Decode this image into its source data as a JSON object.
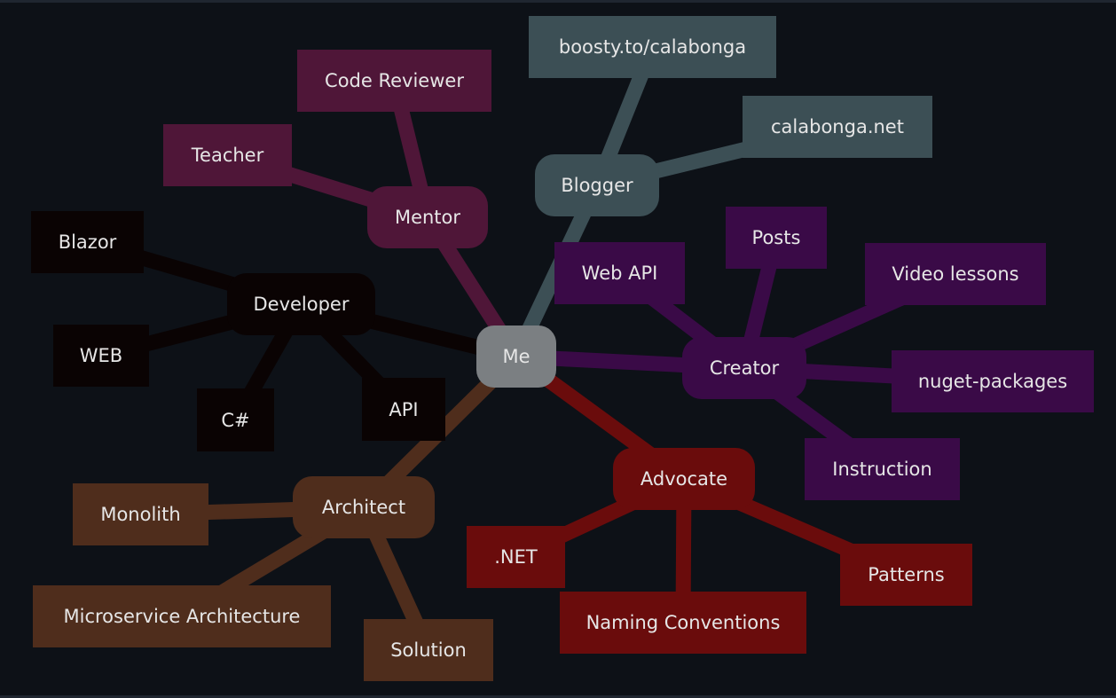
{
  "root": {
    "label": "Me",
    "color": "#7b7f82"
  },
  "branches": [
    {
      "id": "mentor",
      "label": "Mentor",
      "color": "#4f1638",
      "children": [
        {
          "id": "code-reviewer",
          "label": "Code Reviewer"
        },
        {
          "id": "teacher",
          "label": "Teacher"
        }
      ]
    },
    {
      "id": "blogger",
      "label": "Blogger",
      "color": "#3c4f55",
      "children": [
        {
          "id": "boosty",
          "label": "boosty.to/calabonga"
        },
        {
          "id": "calabonga-net",
          "label": "calabonga.net"
        }
      ]
    },
    {
      "id": "developer",
      "label": "Developer",
      "color": "#0a0303",
      "children": [
        {
          "id": "blazor",
          "label": "Blazor"
        },
        {
          "id": "web",
          "label": "WEB"
        },
        {
          "id": "csharp",
          "label": "C#"
        },
        {
          "id": "api",
          "label": "API"
        }
      ]
    },
    {
      "id": "creator",
      "label": "Creator",
      "color": "#3a0a47",
      "children": [
        {
          "id": "web-api",
          "label": "Web API"
        },
        {
          "id": "posts",
          "label": "Posts"
        },
        {
          "id": "video-lessons",
          "label": "Video lessons"
        },
        {
          "id": "nuget-packages",
          "label": "nuget-packages"
        },
        {
          "id": "instruction",
          "label": "Instruction"
        }
      ]
    },
    {
      "id": "architect",
      "label": "Architect",
      "color": "#4f2d1c",
      "children": [
        {
          "id": "monolith",
          "label": "Monolith"
        },
        {
          "id": "microservice",
          "label": "Microservice Architecture"
        },
        {
          "id": "solution",
          "label": "Solution"
        }
      ]
    },
    {
      "id": "advocate",
      "label": "Advocate",
      "color": "#6a0c0c",
      "children": [
        {
          "id": "dotnet",
          "label": ".NET"
        },
        {
          "id": "naming-conventions",
          "label": "Naming Conventions"
        },
        {
          "id": "patterns",
          "label": "Patterns"
        }
      ]
    }
  ]
}
